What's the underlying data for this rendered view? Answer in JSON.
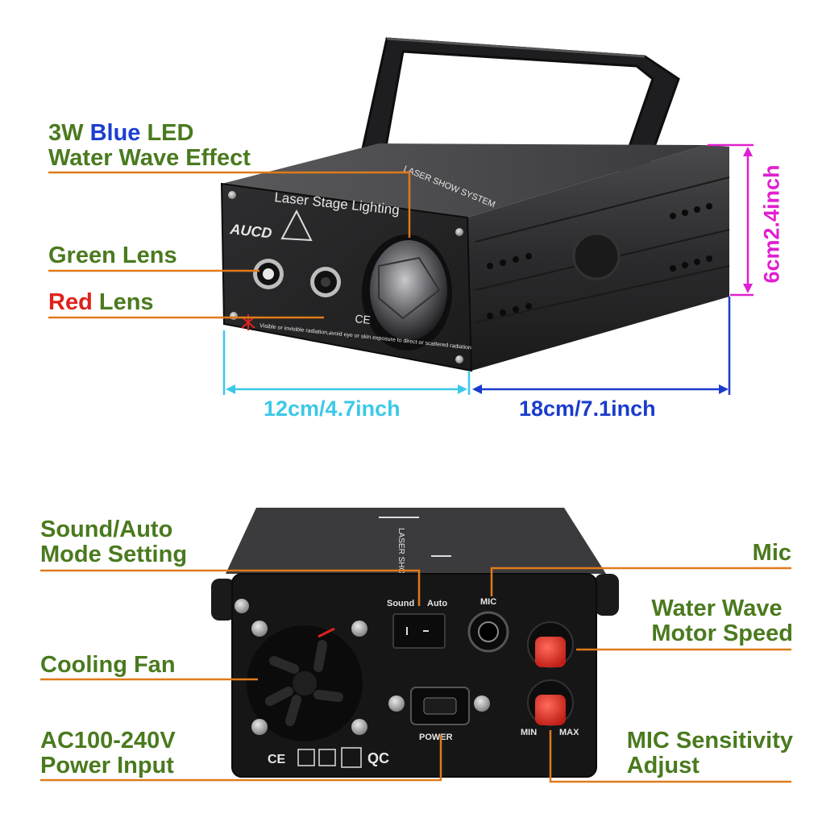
{
  "colors": {
    "label_green": "#4a7a1e",
    "blue": "#1c3fd0",
    "red": "#e0211c",
    "line_orange": "#e07a1a",
    "cyan": "#3cc8e8",
    "magenta": "#e020d0",
    "navy": "#1a3ccc"
  },
  "labels": {
    "blue_led": {
      "part1": "3W ",
      "part2": "Blue",
      "part3": " LED",
      "line2": "Water Wave Effect"
    },
    "green_lens": {
      "part1": "Green",
      "part2": " Lens"
    },
    "red_lens": {
      "part1": "Red",
      "part2": " Lens"
    },
    "sound_auto": {
      "line1": "Sound/Auto",
      "line2": "Mode Setting"
    },
    "cooling_fan": "Cooling Fan",
    "ac_power": {
      "line1": "AC100-240V",
      "line2": "Power Input"
    },
    "mic": "Mic",
    "water_wave_motor": {
      "line1": "Water Wave",
      "line2": "Motor Speed"
    },
    "mic_sensitivity": {
      "line1": "MIC Sensitivity",
      "line2": "Adjust"
    }
  },
  "dimensions": {
    "width": "12cm/4.7inch",
    "depth": "18cm/7.1inch",
    "height": "6cm2.4inch"
  },
  "device_print": {
    "front_title": "Laser Stage Lighting",
    "brand": "AUCD",
    "ce": "CE",
    "warning": "Visible or invisible radiation,avoid eye or skin exposure to direct or scattered radiation",
    "top_print": "LASER SHOW SYSTEM",
    "switch_sound": "Sound",
    "switch_auto": "Auto",
    "mic_label": "MIC",
    "min_label": "MIN",
    "max_label": "MAX",
    "power_label": "POWER",
    "qc": "QC"
  }
}
